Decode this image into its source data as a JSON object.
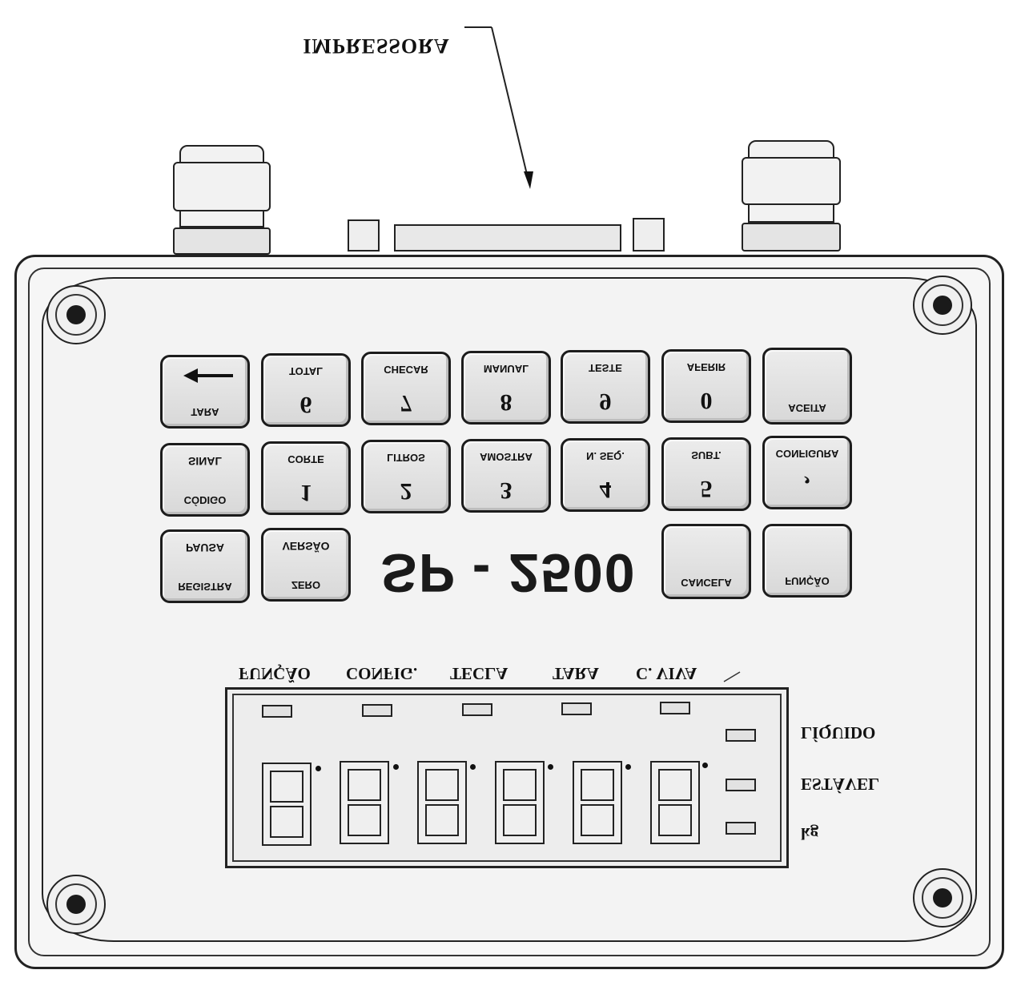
{
  "callout": {
    "label": "IMPRESSORA"
  },
  "model": "SP - 2500",
  "keypad": {
    "row1": [
      {
        "top": "",
        "bottom": "TARA",
        "icon": "left-arrow-icon"
      },
      {
        "digit": "6",
        "label": "TOTAL"
      },
      {
        "digit": "7",
        "label": "CHECAR"
      },
      {
        "digit": "8",
        "label": "MANUAL"
      },
      {
        "digit": "9",
        "label": "TESTE"
      },
      {
        "digit": "0",
        "label": "AFERIR"
      },
      {
        "top": "",
        "bottom": "ACEITA"
      }
    ],
    "row2": [
      {
        "top": "SINAL",
        "bottom": "CÓDIGO"
      },
      {
        "digit": "1",
        "label": "CORTE"
      },
      {
        "digit": "2",
        "label": "LITROS"
      },
      {
        "digit": "3",
        "label": "AMOSTRA"
      },
      {
        "digit": "4",
        "label": "N. SEQ."
      },
      {
        "digit": "5",
        "label": "SUBT."
      },
      {
        "digit": ",",
        "label": "CONFIGURA"
      }
    ],
    "row3_left": [
      {
        "top": "PAUSA",
        "bottom": "REGISTRA"
      },
      {
        "top": "VERSÃO",
        "bottom": "ZERO"
      }
    ],
    "row3_right": [
      {
        "top": "",
        "bottom": "CANCELA"
      },
      {
        "top": "",
        "bottom": "FUNÇÃO"
      }
    ]
  },
  "indicators": {
    "top": [
      "FUNÇÃO",
      "CONFIG.",
      "TECLA",
      "TARA",
      "C. VIVA"
    ],
    "side": [
      "LÍQUIDO",
      "ESTÁVEL",
      "kg"
    ]
  },
  "display": {
    "digits": 6
  }
}
